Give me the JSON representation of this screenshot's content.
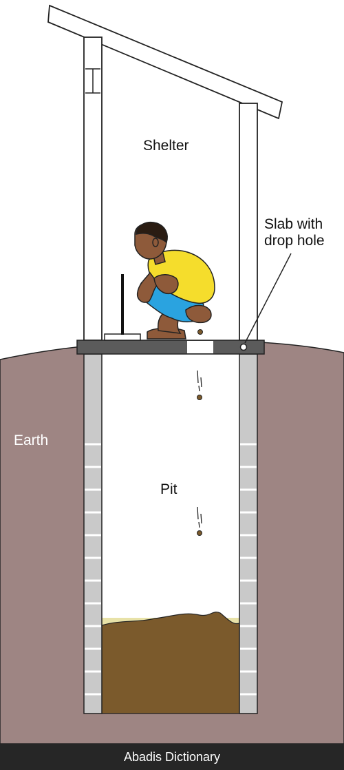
{
  "labels": {
    "shelter": "Shelter",
    "slab_line1": "Slab with",
    "slab_line2": "drop hole",
    "earth": "Earth",
    "pit": "Pit"
  },
  "footer": {
    "text": "Abadis Dictionary"
  },
  "colors": {
    "earth": "#9e8583",
    "slab": "#5b5b5b",
    "pit_wall": "#c9c9c9",
    "sludge": "#7b5a2c",
    "sludge_top": "#e8e2a8",
    "shirt": "#f5dd2c",
    "shorts": "#2aa3e0",
    "skin": "#8e5a3a"
  }
}
